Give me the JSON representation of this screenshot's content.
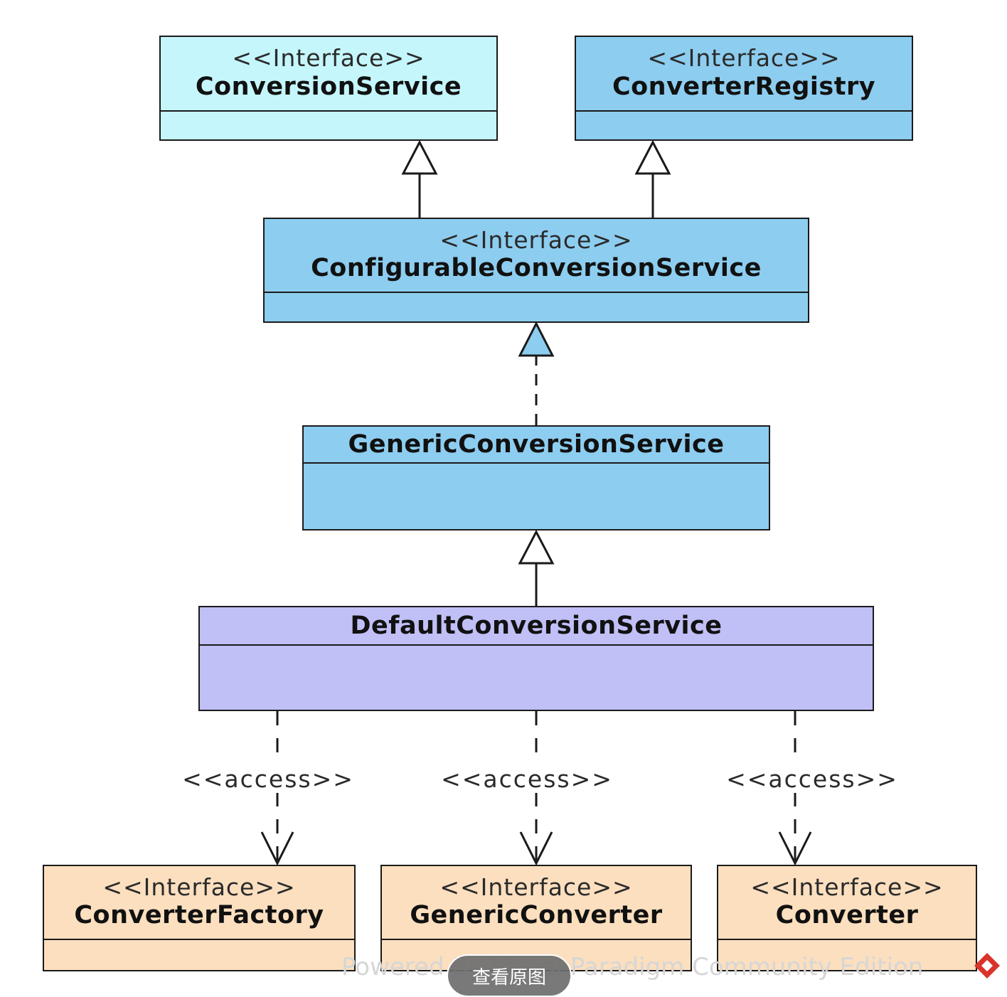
{
  "classes": {
    "conversion_service": {
      "stereotype": "<<Interface>>",
      "name": "ConversionService",
      "color": "#c5f6fc"
    },
    "converter_registry": {
      "stereotype": "<<Interface>>",
      "name": "ConverterRegistry",
      "color": "#8dcdf0"
    },
    "configurable_conversion_service": {
      "stereotype": "<<Interface>>",
      "name": "ConfigurableConversionService",
      "color": "#8dcdf0"
    },
    "generic_conversion_service": {
      "name": "GenericConversionService",
      "color": "#8dcdf0"
    },
    "default_conversion_service": {
      "name": "DefaultConversionService",
      "color": "#c0bff6"
    },
    "converter_factory": {
      "stereotype": "<<Interface>>",
      "name": "ConverterFactory",
      "color": "#fbdfbf"
    },
    "generic_converter": {
      "stereotype": "<<Interface>>",
      "name": "GenericConverter",
      "color": "#fbdfbf"
    },
    "converter": {
      "stereotype": "<<Interface>>",
      "name": "Converter",
      "color": "#fbdfbf"
    }
  },
  "relations": {
    "access_label": "<<access>>"
  },
  "watermark": {
    "text": "Powered By Visual Paradigm Community Edition"
  },
  "overlay": {
    "view_original_label": "查看原图"
  }
}
